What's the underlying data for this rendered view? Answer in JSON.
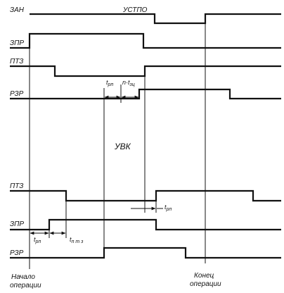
{
  "signals": {
    "zan": "ЗАН",
    "zpr_top": "ЗПР",
    "ptz_top": "ПТЗ",
    "rzr_top": "РЗР",
    "ptz_bottom": "ПТЗ",
    "zpr_bottom": "ЗПР",
    "rzr_bottom": "РЗР"
  },
  "annotations": {
    "ustpo": "УСТПО",
    "uvk": "УВК",
    "t_main": "t",
    "t_rp_sub": "рп",
    "n_t_prefix": "n·t",
    "n_t_sub": "зц",
    "t_ptz_sub": "п т з"
  },
  "markers": {
    "start_line1": "Начало",
    "start_line2": "операции",
    "end_line1": "Конец",
    "end_line2": "операции"
  }
}
